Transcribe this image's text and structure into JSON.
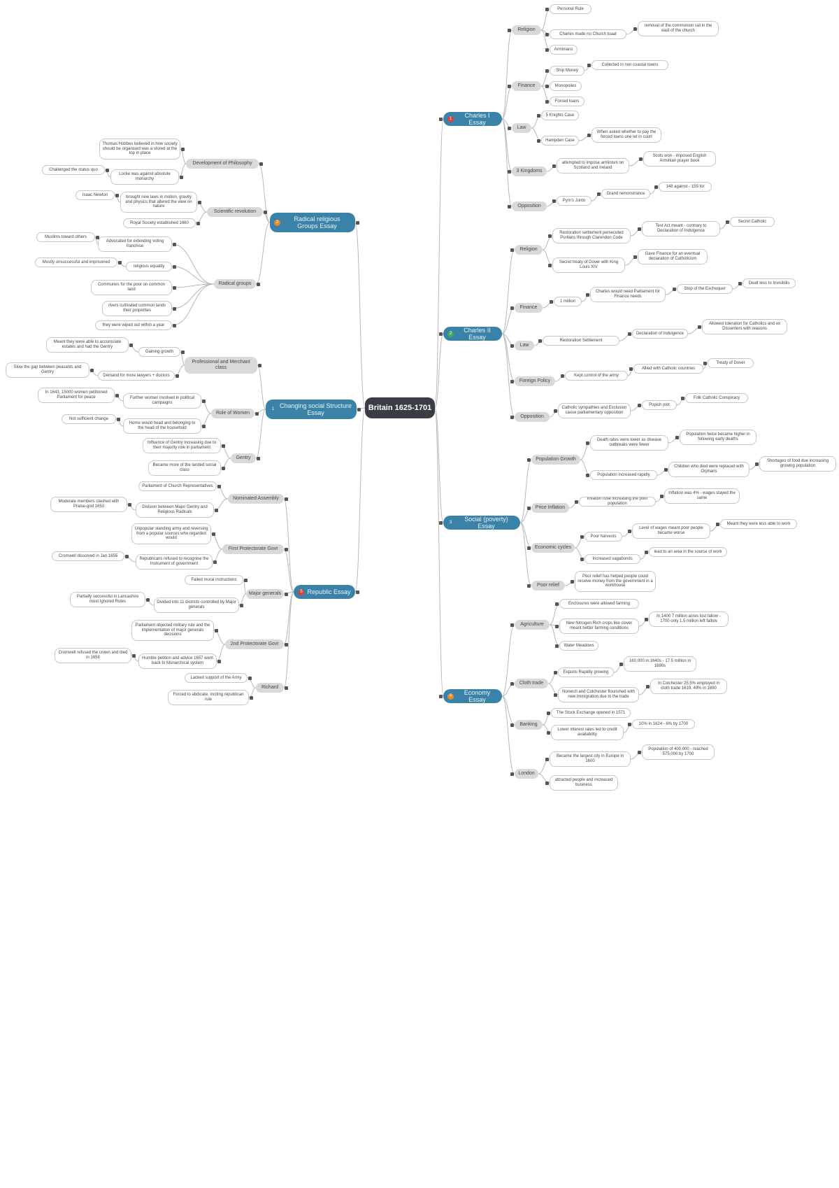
{
  "colors": {
    "central": "#3a3d43",
    "branch": "#3b82a8",
    "category": "#d9d9d9",
    "line": "#b7b7b7",
    "badge_red": "#d9443a",
    "badge_orange": "#e58a2e",
    "badge_green": "#3fae5a"
  },
  "central": "Britain 1625-1701",
  "branches": [
    {
      "id": "b1",
      "label": "Charles I Essay",
      "badge": "1",
      "badge_color": "#d9443a"
    },
    {
      "id": "b2",
      "label": "Charles II Essay",
      "badge": "2",
      "badge_color": "#3fae5a"
    },
    {
      "id": "b3",
      "label": "Social (poverty) Essay",
      "badge": "3",
      "badge_color": "#3b82a8"
    },
    {
      "id": "b4",
      "label": "Economy Essay",
      "badge": "4",
      "badge_color": "#e58a2e"
    },
    {
      "id": "b5",
      "label": "Radical religious Groups Essay",
      "badge": "2",
      "badge_color": "#e58a2e"
    },
    {
      "id": "b6",
      "label": "Changing social Structure Essay",
      "badge": "1",
      "badge_color": "#3b82a8"
    },
    {
      "id": "b7",
      "label": "Republic Essay",
      "badge": "5",
      "badge_color": "#d9443a"
    }
  ],
  "categories": [
    {
      "id": "c1",
      "label": "Religion"
    },
    {
      "id": "c2",
      "label": "Finance"
    },
    {
      "id": "c3",
      "label": "Law"
    },
    {
      "id": "c4",
      "label": "3 Kingdoms"
    },
    {
      "id": "c5",
      "label": "Opposition"
    },
    {
      "id": "c6",
      "label": "Religion"
    },
    {
      "id": "c7",
      "label": "Finance"
    },
    {
      "id": "c8",
      "label": "Law"
    },
    {
      "id": "c9",
      "label": "Foreign Policy"
    },
    {
      "id": "c10",
      "label": "Opposition"
    },
    {
      "id": "c11",
      "label": "Population Growth"
    },
    {
      "id": "c12",
      "label": "Price Inflation"
    },
    {
      "id": "c13",
      "label": "Economic cycles"
    },
    {
      "id": "c14",
      "label": "Poor relief"
    },
    {
      "id": "c15",
      "label": "Agriculture"
    },
    {
      "id": "c16",
      "label": "Cloth trade"
    },
    {
      "id": "c17",
      "label": "Banking"
    },
    {
      "id": "c18",
      "label": "London"
    },
    {
      "id": "c19",
      "label": "Development of Philosophy"
    },
    {
      "id": "c20",
      "label": "Scientific revolution"
    },
    {
      "id": "c21",
      "label": "Radical groups"
    },
    {
      "id": "c22",
      "label": "Professional and Merchant class"
    },
    {
      "id": "c23",
      "label": "Role of Women"
    },
    {
      "id": "c24",
      "label": "Gentry"
    },
    {
      "id": "c25",
      "label": "Nominated Assembly"
    },
    {
      "id": "c26",
      "label": "First Protectorate Govt"
    },
    {
      "id": "c27",
      "label": "Major generals"
    },
    {
      "id": "c28",
      "label": "2nd Protectorate Govt"
    },
    {
      "id": "c29",
      "label": "Richard"
    }
  ],
  "leaves": [
    {
      "id": "l1",
      "label": "Personal Rule"
    },
    {
      "id": "l2",
      "label": "Charles made no Church tuaat"
    },
    {
      "id": "l3",
      "label": "removal of the communion rail in the east of the church"
    },
    {
      "id": "l4",
      "label": "Arminians"
    },
    {
      "id": "l5",
      "label": "Ship Money"
    },
    {
      "id": "l6",
      "label": "Collected in non coastal towns"
    },
    {
      "id": "l7",
      "label": "Monopolies"
    },
    {
      "id": "l8",
      "label": "Forced loans"
    },
    {
      "id": "l9",
      "label": "5 Knights Case"
    },
    {
      "id": "l10",
      "label": "Hampden Case"
    },
    {
      "id": "l11",
      "label": "When asked whether to pay the forced loans one let in court"
    },
    {
      "id": "l12",
      "label": "attempted to impose arminism on Scotland and Ireland"
    },
    {
      "id": "l13",
      "label": "Scots won - imposed English Arminian prayer book"
    },
    {
      "id": "l14",
      "label": "Pym's Junto"
    },
    {
      "id": "l15",
      "label": "Grand remonstrance"
    },
    {
      "id": "l16",
      "label": "148 against - 159 for"
    },
    {
      "id": "l17",
      "label": "Restoration settlement persecuted Puritans through Clarendon Code"
    },
    {
      "id": "l18",
      "label": "Secret treaty of Dover with King Louis XIV"
    },
    {
      "id": "l19",
      "label": "Test Act meant - contrary to Declaration of Indulgence"
    },
    {
      "id": "l20",
      "label": "Secret Catholic"
    },
    {
      "id": "l21",
      "label": "Gave Finance for an eventual declaration of Catholicism"
    },
    {
      "id": "l22",
      "label": "1 million"
    },
    {
      "id": "l23",
      "label": "Charles would need Parliament for Finance needs"
    },
    {
      "id": "l24",
      "label": "Stop of the Exchequer"
    },
    {
      "id": "l25",
      "label": "Dealt less to Invisibilis"
    },
    {
      "id": "l26",
      "label": "Restoration Settlement"
    },
    {
      "id": "l27",
      "label": "Declaration of Indulgence"
    },
    {
      "id": "l28",
      "label": "Allowed toleration for Catholics and ex Dissenters with reasons"
    },
    {
      "id": "l29",
      "label": "Kept control of the army"
    },
    {
      "id": "l30",
      "label": "Allied with Catholic countries"
    },
    {
      "id": "l31",
      "label": "Treaty of Dover"
    },
    {
      "id": "l32",
      "label": "Catholic sympathies and Exclusion cause parliamentary opposition"
    },
    {
      "id": "l33",
      "label": "Popish plot"
    },
    {
      "id": "l34",
      "label": "Folk Catholic Conspiracy"
    },
    {
      "id": "l35",
      "label": "Death rates were lower as disease outbreaks were fewer"
    },
    {
      "id": "l36",
      "label": "Population twice became higher in following early deaths"
    },
    {
      "id": "l37",
      "label": "Population increased rapidly"
    },
    {
      "id": "l38",
      "label": "Children who died were replaced with Orphans"
    },
    {
      "id": "l39",
      "label": "Shortages of food due increasing growing population"
    },
    {
      "id": "l40",
      "label": "Inflation rose increasing the poor population"
    },
    {
      "id": "l41",
      "label": "Inflation was 4% - wages stayed the same"
    },
    {
      "id": "l42",
      "label": "Poor harvests"
    },
    {
      "id": "l43",
      "label": "Level of wages meant poor people became worse"
    },
    {
      "id": "l44",
      "label": "Meant they were less able to work"
    },
    {
      "id": "l45",
      "label": "Increased vagabonds"
    },
    {
      "id": "l46",
      "label": "lead to an area in the source of work"
    },
    {
      "id": "l47",
      "label": "Poor relief has helped people could receive money from the government in a workhouse"
    },
    {
      "id": "l48",
      "label": "Enclosures were allowed farming"
    },
    {
      "id": "l49",
      "label": "New Nitrogen Rich crops like clover meant better farming conditions"
    },
    {
      "id": "l50",
      "label": "In 1400 7 million acres lost fallow - 1700 only 1.5 million left fallow"
    },
    {
      "id": "l51",
      "label": "Water Meadows"
    },
    {
      "id": "l52",
      "label": "Exports Rapidly growing"
    },
    {
      "id": "l53",
      "label": "160,000 in 1640s - 17.5 million in 1690s"
    },
    {
      "id": "l54",
      "label": "Norwich and Colchester flourished with new immigration due to the trade"
    },
    {
      "id": "l55",
      "label": "In Colchester 25.5% employed in cloth trade 1619, 49% in 1690"
    },
    {
      "id": "l56",
      "label": "The Stock Exchange opened in 1571"
    },
    {
      "id": "l57",
      "label": "Lower interest rates led to credit availability"
    },
    {
      "id": "l58",
      "label": "10% in 1624 - 6% by 1700"
    },
    {
      "id": "l59",
      "label": "Became the largest city in Europe in 1600"
    },
    {
      "id": "l60",
      "label": "Population of 400,000 - reached 575,000 by 1700"
    },
    {
      "id": "l61",
      "label": "attracted people and increased business"
    },
    {
      "id": "l62",
      "label": "Thomas Hobbes believed in how society should be organised was a stored at the top in place"
    },
    {
      "id": "l63",
      "label": "Challenged the status quo"
    },
    {
      "id": "l64",
      "label": "Locke was against absolute monarchy"
    },
    {
      "id": "l65",
      "label": "Isaac Newton"
    },
    {
      "id": "l66",
      "label": "brought new laws in motion, gravity and physics that altered the view on nature"
    },
    {
      "id": "l67",
      "label": "Royal Society established 1660"
    },
    {
      "id": "l68",
      "label": "Muslims toward others"
    },
    {
      "id": "l69",
      "label": "Advocated for extending voting franchise"
    },
    {
      "id": "l70",
      "label": "Mostly unsuccessful and imprisoned"
    },
    {
      "id": "l71",
      "label": "religious equality"
    },
    {
      "id": "l72",
      "label": "Communes for the poor on common land"
    },
    {
      "id": "l73",
      "label": "rivers cultivated common lands their properties"
    },
    {
      "id": "l74",
      "label": "they were wiped out within a year"
    },
    {
      "id": "l75",
      "label": "Meant they were able to accumulate estates and had the Gentry"
    },
    {
      "id": "l76",
      "label": "Gaining growth"
    },
    {
      "id": "l77",
      "label": "Slow the gap between peasants and Gentry"
    },
    {
      "id": "l78",
      "label": "Demand for more lawyers + doctors"
    },
    {
      "id": "l79",
      "label": "In 1643, 15000 women petitioned Parliament for peace"
    },
    {
      "id": "l80",
      "label": "Further women involved in political campaigns"
    },
    {
      "id": "l81",
      "label": "Not sufficient change"
    },
    {
      "id": "l82",
      "label": "Home would head and belonging to the head of the household"
    },
    {
      "id": "l83",
      "label": "Influence of Gentry increasing due to their majority role in parliament"
    },
    {
      "id": "l84",
      "label": "Became more of the landed social class"
    },
    {
      "id": "l85",
      "label": "Parliament of Church Representatives"
    },
    {
      "id": "l86",
      "label": "Moderate members clashed with Praise-god 1653"
    },
    {
      "id": "l87",
      "label": "Division between Major Gentry and Religious Radicals"
    },
    {
      "id": "l88",
      "label": "Unpopular standing army and reversing from a popular sources who regarded would"
    },
    {
      "id": "l89",
      "label": "Cromwell dissolved in Jan 1655"
    },
    {
      "id": "l90",
      "label": "Republicans refused to recognise the Instrument of government"
    },
    {
      "id": "l91",
      "label": "Failed moral instructions"
    },
    {
      "id": "l92",
      "label": "Partially successful in Lancashire most Ignored Rules"
    },
    {
      "id": "l93",
      "label": "Divided into 11 districts controlled by Major generals"
    },
    {
      "id": "l94",
      "label": "Parliament objected military rule and the implementation of major generals decisions"
    },
    {
      "id": "l95",
      "label": "Cromwell refused the crown and died in 1658"
    },
    {
      "id": "l96",
      "label": "Humble petition and advice 1657 went back to Monarchical system"
    },
    {
      "id": "l97",
      "label": "Lacked support of the Army"
    },
    {
      "id": "l98",
      "label": "Forced to abdicate, inciting republican rule"
    }
  ]
}
